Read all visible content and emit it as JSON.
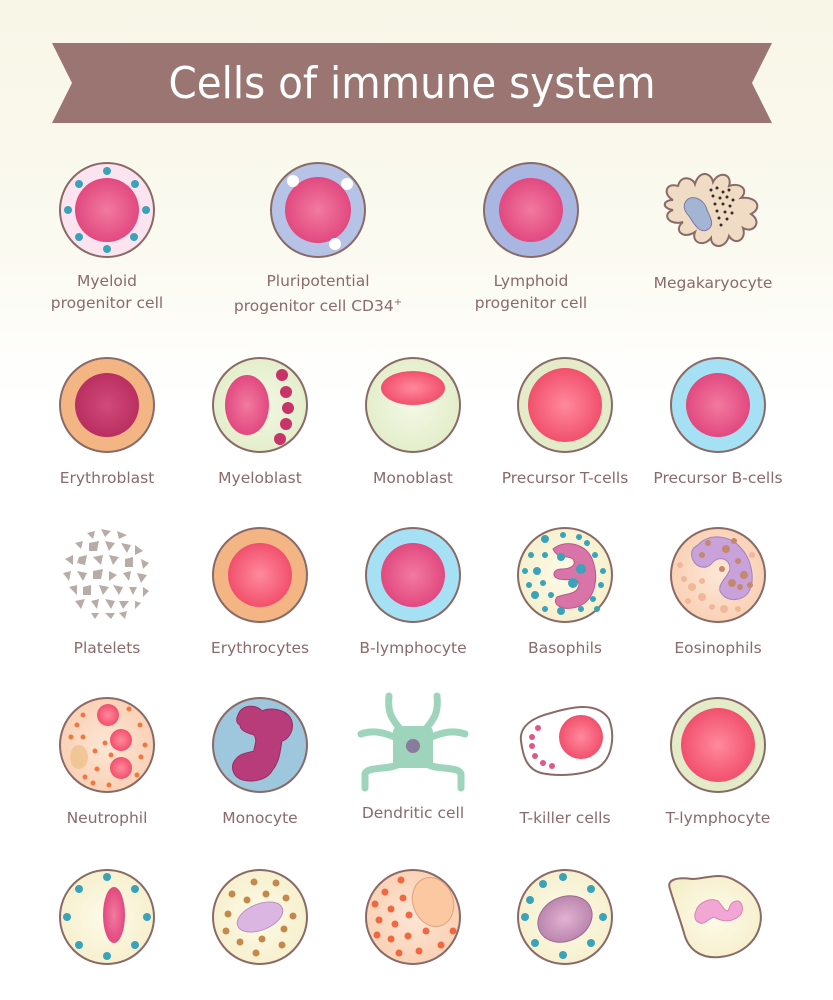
{
  "title": "Cells of immune system",
  "colors": {
    "banner": "#9a7572",
    "label_text": "#8a6a6a",
    "membrane": "#8a6a66",
    "nucleus_pink": "#e8558a",
    "nucleus_red": "#f25a74",
    "cyan_dot": "#3aa3b9"
  },
  "rows": [
    {
      "cells": [
        {
          "name": "myeloid-progenitor-cell",
          "label_line1": "Myeloid",
          "label_line2": "progenitor cell"
        },
        {
          "name": "pluripotential-progenitor-cell",
          "label_line1": "Pluripotential",
          "label_line2": "progenitor cell CD34",
          "superscript": "+"
        },
        {
          "name": "lymphoid-progenitor-cell",
          "label_line1": "Lymphoid",
          "label_line2": "progenitor cell"
        },
        {
          "name": "megakaryocyte",
          "label_line1": "Megakaryocyte"
        }
      ]
    },
    {
      "cells": [
        {
          "name": "erythroblast",
          "label_line1": "Erythroblast"
        },
        {
          "name": "myeloblast",
          "label_line1": "Myeloblast"
        },
        {
          "name": "monoblast",
          "label_line1": "Monoblast"
        },
        {
          "name": "precursor-t-cells",
          "label_line1": "Precursor T-cells"
        },
        {
          "name": "precursor-b-cells",
          "label_line1": "Precursor B-cells"
        }
      ]
    },
    {
      "cells": [
        {
          "name": "platelets",
          "label_line1": "Platelets"
        },
        {
          "name": "erythrocytes",
          "label_line1": "Erythrocytes"
        },
        {
          "name": "b-lymphocyte",
          "label_line1": "B-lymphocyte"
        },
        {
          "name": "basophils",
          "label_line1": "Basophils"
        },
        {
          "name": "eosinophils",
          "label_line1": "Eosinophils"
        }
      ]
    },
    {
      "cells": [
        {
          "name": "neutrophil",
          "label_line1": "Neutrophil"
        },
        {
          "name": "monocyte",
          "label_line1": "Monocyte"
        },
        {
          "name": "dendritic-cell",
          "label_line1": "Dendritic cell"
        },
        {
          "name": "t-killer-cells",
          "label_line1": "T-killer cells"
        },
        {
          "name": "t-lymphocyte",
          "label_line1": "T-lymphocyte"
        }
      ]
    },
    {
      "cells": [
        {
          "name": "cell-row5-1"
        },
        {
          "name": "cell-row5-2"
        },
        {
          "name": "cell-row5-3"
        },
        {
          "name": "cell-row5-4"
        },
        {
          "name": "cell-row5-5"
        }
      ]
    }
  ]
}
